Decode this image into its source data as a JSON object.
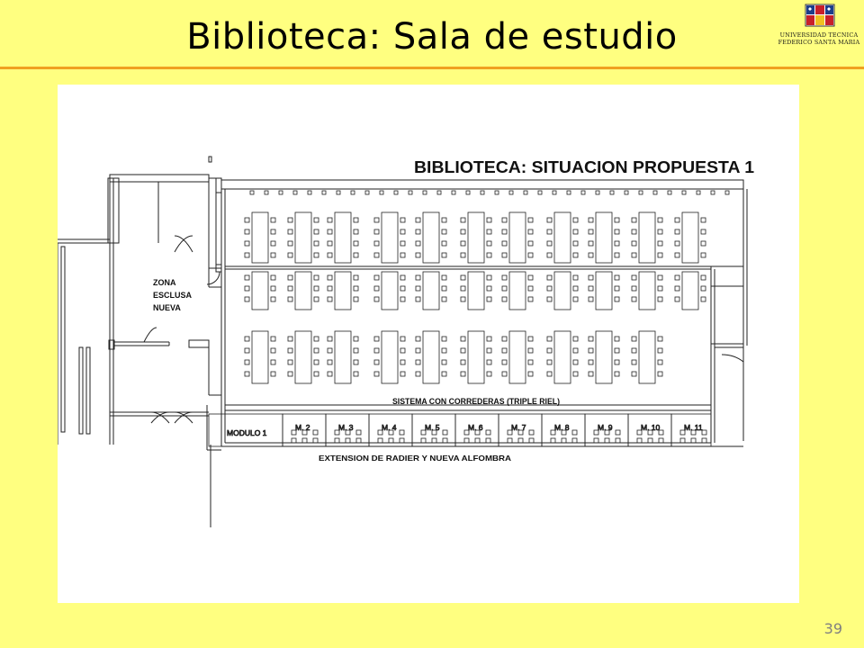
{
  "slide": {
    "title": "Biblioteca: Sala de estudio",
    "page_number": "39"
  },
  "logo": {
    "line1": "UNIVERSIDAD TECNICA",
    "line2": "FEDERICO SANTA MARIA"
  },
  "plan": {
    "title": "BIBLIOTECA: SITUACION PROPUESTA 1",
    "zone_label": [
      "ZONA",
      "ESCLUSA",
      "NUEVA"
    ],
    "sliding_system_label": "SISTEMA CON CORREDERAS (TRIPLE RIEL)",
    "extension_label": "EXTENSION DE RADIER Y NUEVA ALFOMBRA",
    "modules": [
      "MODULO 1",
      "M. 2",
      "M. 3",
      "M. 4",
      "M. 5",
      "M. 6",
      "M. 7",
      "M. 8",
      "M. 9",
      "M. 10",
      "M. 11"
    ]
  },
  "colors": {
    "background": "#ffff80",
    "accent_rule": "#f0a020",
    "page_number": "#808080"
  }
}
